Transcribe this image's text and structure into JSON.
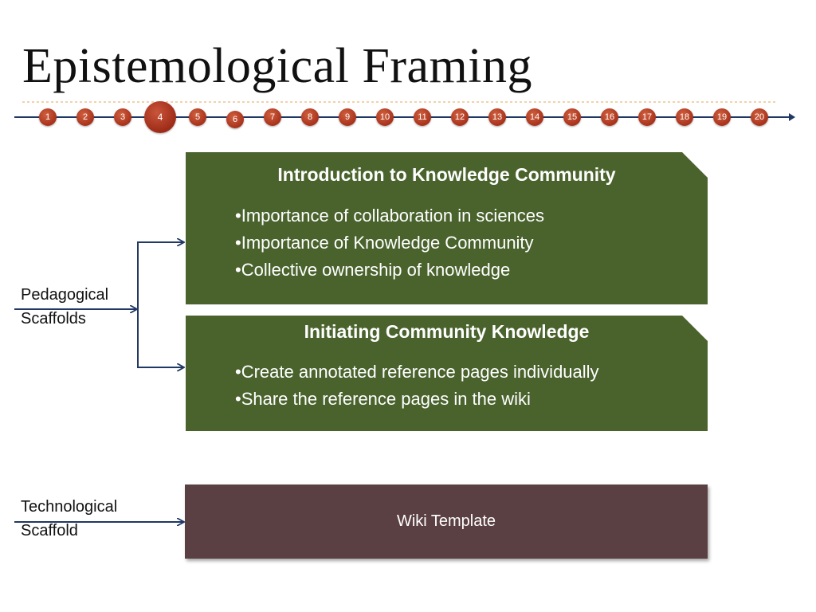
{
  "slide": {
    "title": "Epistemological Framing",
    "timeline": {
      "steps": [
        "1",
        "2",
        "3",
        "4",
        "5",
        "6",
        "7",
        "8",
        "9",
        "10",
        "11",
        "12",
        "13",
        "14",
        "15",
        "16",
        "17",
        "18",
        "19",
        "20"
      ],
      "current": 4
    },
    "boxes": [
      {
        "heading": "Introduction to Knowledge Community",
        "bullets": [
          "•Importance of collaboration in sciences",
          "•Importance of Knowledge Community",
          "•Collective ownership of knowledge"
        ]
      },
      {
        "heading": "Initiating Community Knowledge",
        "bullets": [
          "•Create annotated reference pages individually",
          "•Share the reference pages in the wiki"
        ]
      }
    ],
    "wiki_box": "Wiki Template",
    "labels": {
      "pedagogical": [
        "Pedagogical",
        "Scaffolds"
      ],
      "technological": [
        "Technological",
        "Scaffold"
      ]
    }
  },
  "colors": {
    "green_box": "#4a632d",
    "wiki_box": "#5b4043",
    "arrow": "#1f3864",
    "dot": "#a8321b",
    "dashed_line": "#e8b878"
  }
}
